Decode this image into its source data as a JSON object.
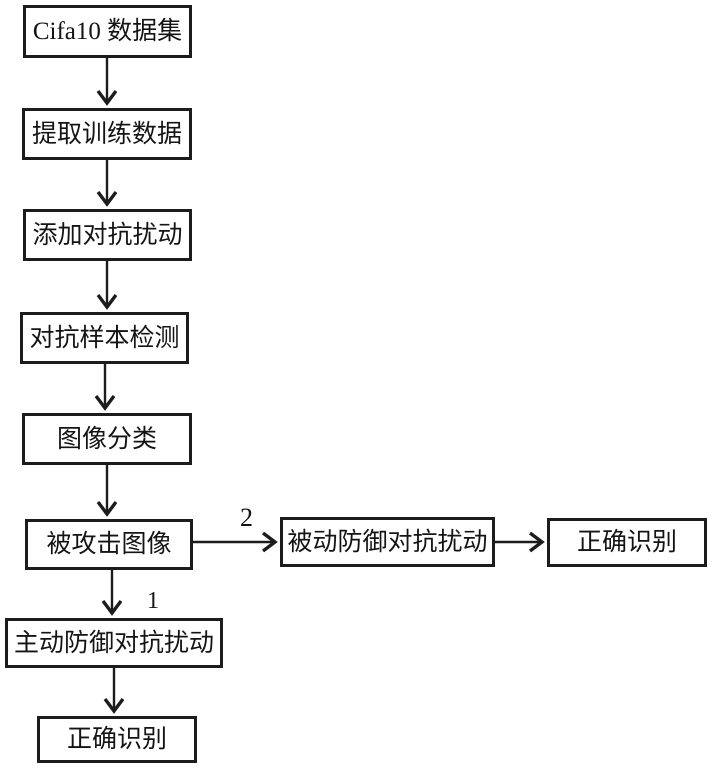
{
  "diagram": {
    "background_color": "#ffffff",
    "line_color": "#1c1c1c",
    "box_fill_color": "#ffffff",
    "text_color": "#141414",
    "nodes": [
      {
        "id": "cifa10-dataset",
        "label": "Cifa10 数据集"
      },
      {
        "id": "extract-training-data",
        "label": "提取训练数据"
      },
      {
        "id": "add-adversarial-perturbation",
        "label": "添加对抗扰动"
      },
      {
        "id": "adversarial-sample-detection",
        "label": "对抗样本检测"
      },
      {
        "id": "image-classification",
        "label": "图像分类"
      },
      {
        "id": "attacked-image",
        "label": "被攻击图像"
      },
      {
        "id": "active-defense-perturbation",
        "label": "主动防御对抗扰动"
      },
      {
        "id": "correct-recognition-active",
        "label": "正确识别"
      },
      {
        "id": "passive-defense-perturbation",
        "label": "被动防御对抗扰动"
      },
      {
        "id": "correct-recognition-passive",
        "label": "正确识别"
      }
    ],
    "edge_labels": [
      {
        "id": "branch-1",
        "label": "1"
      },
      {
        "id": "branch-2",
        "label": "2"
      }
    ],
    "edges": [
      {
        "from": "cifa10-dataset",
        "to": "extract-training-data",
        "label": ""
      },
      {
        "from": "extract-training-data",
        "to": "add-adversarial-perturbation",
        "label": ""
      },
      {
        "from": "add-adversarial-perturbation",
        "to": "adversarial-sample-detection",
        "label": ""
      },
      {
        "from": "adversarial-sample-detection",
        "to": "image-classification",
        "label": ""
      },
      {
        "from": "image-classification",
        "to": "attacked-image",
        "label": ""
      },
      {
        "from": "attacked-image",
        "to": "active-defense-perturbation",
        "label": "1"
      },
      {
        "from": "attacked-image",
        "to": "passive-defense-perturbation",
        "label": "2"
      },
      {
        "from": "active-defense-perturbation",
        "to": "correct-recognition-active",
        "label": ""
      },
      {
        "from": "passive-defense-perturbation",
        "to": "correct-recognition-passive",
        "label": ""
      }
    ]
  }
}
